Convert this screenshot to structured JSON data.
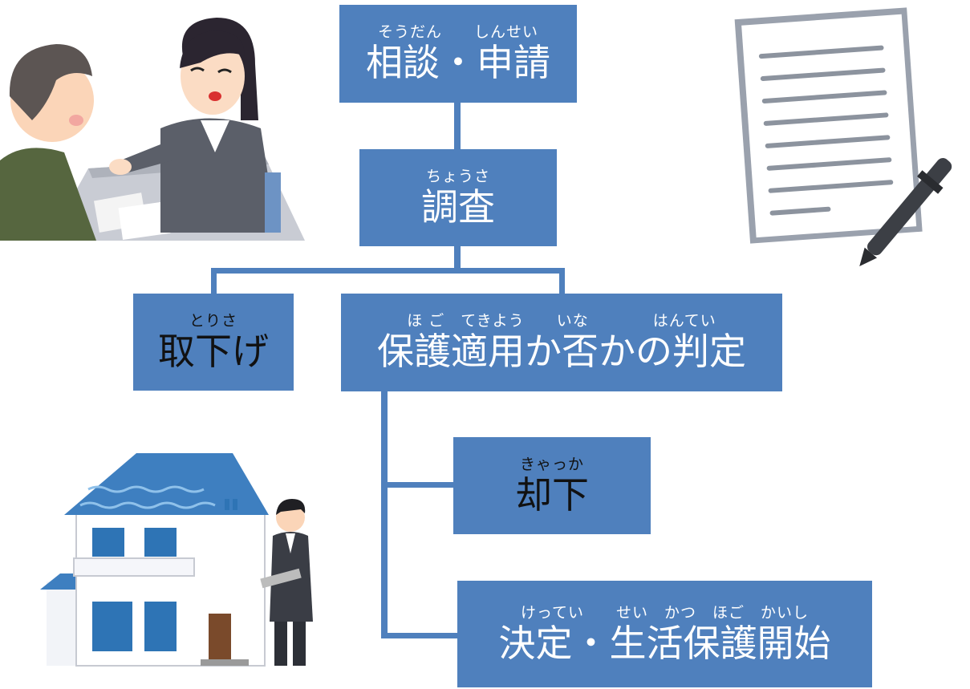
{
  "nodes": {
    "consult": {
      "ruby": "そうだん　　しんせい",
      "label": "相談・申請"
    },
    "survey": {
      "ruby": "ちょうさ",
      "label": "調査"
    },
    "withdraw": {
      "ruby": "とりさ",
      "label": "取下げ"
    },
    "judgement": {
      "ruby": "ほ ご　てきよう　　いな　　　　はんてい",
      "label": "保護適用か否かの判定"
    },
    "reject": {
      "ruby": "きゃっか",
      "label": "却下"
    },
    "start": {
      "ruby": "けってい　　せい　かつ　ほご　かいし",
      "label": "決定・生活保護開始"
    }
  },
  "colors": {
    "box": "#4f80bd",
    "connector": "#4f80bd",
    "text_dark": "#111111",
    "text_light": "#ffffff"
  },
  "illustrations": [
    "consultation-illustration",
    "document-pen-illustration",
    "house-inspection-illustration"
  ]
}
